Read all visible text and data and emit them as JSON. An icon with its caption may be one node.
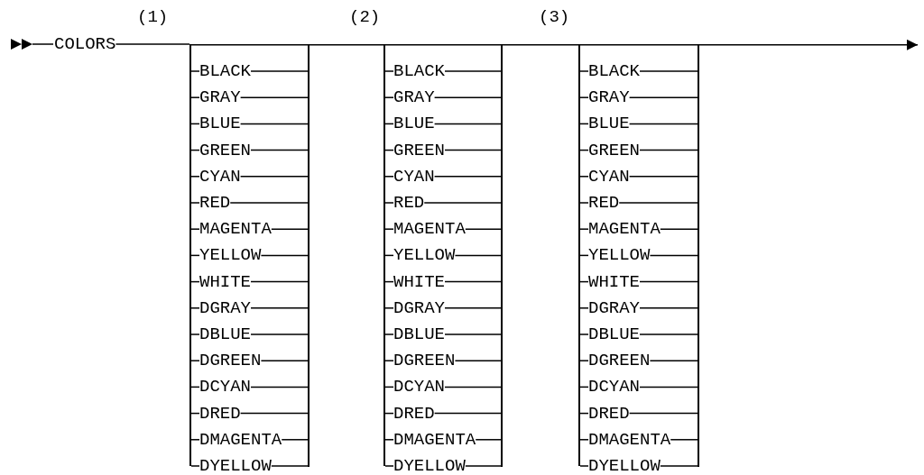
{
  "diagram": {
    "nodes": [
      {
        "text": [
          "COLORS"
        ]
      },
      {
        "text": [],
        "shape": "bar"
      },
      {
        "text": [
          "BLACK"
        ]
      },
      {
        "text": [
          "GRAY"
        ]
      },
      {
        "text": [
          "BLUE"
        ]
      },
      {
        "text": [
          "GREEN"
        ]
      },
      {
        "text": [
          "CYAN"
        ]
      },
      {
        "text": [
          "RED"
        ]
      },
      {
        "text": [
          "MAGENTA"
        ]
      },
      {
        "text": [
          "YELLOW"
        ]
      },
      {
        "text": [
          "WHITE"
        ]
      },
      {
        "text": [
          "DGRAY"
        ]
      },
      {
        "text": [
          "DBLUE"
        ]
      },
      {
        "text": [
          "DGREEN"
        ]
      },
      {
        "text": [
          "DCYAN"
        ]
      },
      {
        "text": [
          "DRED"
        ]
      },
      {
        "text": [
          "DMAGENTA"
        ]
      },
      {
        "text": [
          "DYELLOW"
        ]
      },
      {
        "text": [],
        "shape": "bar"
      },
      {
        "text": [],
        "shape": "bar"
      },
      {
        "text": [
          "BLACK"
        ]
      },
      {
        "text": [
          "GRAY"
        ]
      },
      {
        "text": [
          "BLUE"
        ]
      },
      {
        "text": [
          "GREEN"
        ]
      },
      {
        "text": [
          "CYAN"
        ]
      },
      {
        "text": [
          "RED"
        ]
      },
      {
        "text": [
          "MAGENTA"
        ]
      },
      {
        "text": [
          "YELLOW"
        ]
      },
      {
        "text": [
          "WHITE"
        ]
      },
      {
        "text": [
          "DGRAY"
        ]
      },
      {
        "text": [
          "DBLUE"
        ]
      },
      {
        "text": [
          "DGREEN"
        ]
      },
      {
        "text": [
          "DCYAN"
        ]
      },
      {
        "text": [
          "DRED"
        ]
      },
      {
        "text": [
          "DMAGENTA"
        ]
      },
      {
        "text": [
          "DYELLOW"
        ]
      },
      {
        "text": [],
        "shape": "bar"
      },
      {
        "text": [],
        "shape": "bar"
      },
      {
        "text": [
          "BLACK"
        ]
      },
      {
        "text": [
          "GRAY"
        ]
      },
      {
        "text": [
          "BLUE"
        ]
      },
      {
        "text": [
          "GREEN"
        ]
      },
      {
        "text": [
          "CYAN"
        ]
      },
      {
        "text": [
          "RED"
        ]
      },
      {
        "text": [
          "MAGENTA"
        ]
      },
      {
        "text": [
          "YELLOW"
        ]
      },
      {
        "text": [
          "WHITE"
        ]
      },
      {
        "text": [
          "DGRAY"
        ]
      },
      {
        "text": [
          "DBLUE"
        ]
      },
      {
        "text": [
          "DGREEN"
        ]
      },
      {
        "text": [
          "DCYAN"
        ]
      },
      {
        "text": [
          "DRED"
        ]
      },
      {
        "text": [
          "DMAGENTA"
        ]
      },
      {
        "text": [
          "DYELLOW"
        ]
      },
      {
        "text": [],
        "shape": "bar"
      }
    ],
    "edges": [
      {
        "from": 0,
        "to": 1,
        "arrow": "none"
      },
      {
        "from": 1,
        "to": 18,
        "arrow": "none"
      },
      {
        "from": 18,
        "to": 19,
        "arrow": "none"
      },
      {
        "from": 19,
        "to": 36,
        "arrow": "none"
      },
      {
        "from": 36,
        "to": 37,
        "arrow": "none"
      },
      {
        "from": 37,
        "to": 54,
        "arrow": "none"
      },
      {
        "from": 54,
        "to": null,
        "arrow": "to"
      },
      {
        "from": 1,
        "to": 2,
        "arrow": "none"
      },
      {
        "from": 2,
        "to": 18,
        "arrow": "none"
      },
      {
        "from": 1,
        "to": 3,
        "arrow": "none"
      },
      {
        "from": 3,
        "to": 18,
        "arrow": "none"
      },
      {
        "from": 1,
        "to": 4,
        "arrow": "none"
      },
      {
        "from": 4,
        "to": 18,
        "arrow": "none"
      },
      {
        "from": 1,
        "to": 5,
        "arrow": "none"
      },
      {
        "from": 5,
        "to": 18,
        "arrow": "none"
      },
      {
        "from": 1,
        "to": 6,
        "arrow": "none"
      },
      {
        "from": 6,
        "to": 18,
        "arrow": "none"
      },
      {
        "from": 1,
        "to": 7,
        "arrow": "none"
      },
      {
        "from": 7,
        "to": 18,
        "arrow": "none"
      },
      {
        "from": 1,
        "to": 8,
        "arrow": "none"
      },
      {
        "from": 8,
        "to": 18,
        "arrow": "none"
      },
      {
        "from": 1,
        "to": 9,
        "arrow": "none"
      },
      {
        "from": 9,
        "to": 18,
        "arrow": "none"
      },
      {
        "from": 1,
        "to": 10,
        "arrow": "none"
      },
      {
        "from": 10,
        "to": 18,
        "arrow": "none"
      },
      {
        "from": 1,
        "to": 11,
        "arrow": "none"
      },
      {
        "from": 11,
        "to": 18,
        "arrow": "none"
      },
      {
        "from": 1,
        "to": 12,
        "arrow": "none"
      },
      {
        "from": 12,
        "to": 18,
        "arrow": "none"
      },
      {
        "from": 1,
        "to": 13,
        "arrow": "none"
      },
      {
        "from": 13,
        "to": 18,
        "arrow": "none"
      },
      {
        "from": 1,
        "to": 14,
        "arrow": "none"
      },
      {
        "from": 14,
        "to": 18,
        "arrow": "none"
      },
      {
        "from": 1,
        "to": 15,
        "arrow": "none"
      },
      {
        "from": 15,
        "to": 18,
        "arrow": "none"
      },
      {
        "from": 1,
        "to": 16,
        "arrow": "none"
      },
      {
        "from": 16,
        "to": 18,
        "arrow": "none"
      },
      {
        "from": 1,
        "to": 17,
        "arrow": "none"
      },
      {
        "from": 17,
        "to": 18,
        "arrow": "none"
      },
      {
        "from": 19,
        "to": 20,
        "arrow": "none"
      },
      {
        "from": 20,
        "to": 36,
        "arrow": "none"
      },
      {
        "from": 19,
        "to": 21,
        "arrow": "none"
      },
      {
        "from": 21,
        "to": 36,
        "arrow": "none"
      },
      {
        "from": 19,
        "to": 22,
        "arrow": "none"
      },
      {
        "from": 22,
        "to": 36,
        "arrow": "none"
      },
      {
        "from": 19,
        "to": 23,
        "arrow": "none"
      },
      {
        "from": 23,
        "to": 36,
        "arrow": "none"
      },
      {
        "from": 19,
        "to": 24,
        "arrow": "none"
      },
      {
        "from": 24,
        "to": 36,
        "arrow": "none"
      },
      {
        "from": 19,
        "to": 25,
        "arrow": "none"
      },
      {
        "from": 25,
        "to": 36,
        "arrow": "none"
      },
      {
        "from": 19,
        "to": 26,
        "arrow": "none"
      },
      {
        "from": 26,
        "to": 36,
        "arrow": "none"
      },
      {
        "from": 19,
        "to": 27,
        "arrow": "none"
      },
      {
        "from": 27,
        "to": 36,
        "arrow": "none"
      },
      {
        "from": 19,
        "to": 28,
        "arrow": "none"
      },
      {
        "from": 28,
        "to": 36,
        "arrow": "none"
      },
      {
        "from": 19,
        "to": 29,
        "arrow": "none"
      },
      {
        "from": 29,
        "to": 36,
        "arrow": "none"
      },
      {
        "from": 19,
        "to": 30,
        "arrow": "none"
      },
      {
        "from": 30,
        "to": 36,
        "arrow": "none"
      },
      {
        "from": 19,
        "to": 31,
        "arrow": "none"
      },
      {
        "from": 31,
        "to": 36,
        "arrow": "none"
      },
      {
        "from": 19,
        "to": 32,
        "arrow": "none"
      },
      {
        "from": 32,
        "to": 36,
        "arrow": "none"
      },
      {
        "from": 19,
        "to": 33,
        "arrow": "none"
      },
      {
        "from": 33,
        "to": 36,
        "arrow": "none"
      },
      {
        "from": 19,
        "to": 34,
        "arrow": "none"
      },
      {
        "from": 34,
        "to": 36,
        "arrow": "none"
      },
      {
        "from": 19,
        "to": 35,
        "arrow": "none"
      },
      {
        "from": 35,
        "to": 36,
        "arrow": "none"
      },
      {
        "from": 37,
        "to": 38,
        "arrow": "none"
      },
      {
        "from": 38,
        "to": 54,
        "arrow": "none"
      },
      {
        "from": 37,
        "to": 39,
        "arrow": "none"
      },
      {
        "from": 39,
        "to": 54,
        "arrow": "none"
      },
      {
        "from": 37,
        "to": 40,
        "arrow": "none"
      },
      {
        "from": 40,
        "to": 54,
        "arrow": "none"
      },
      {
        "from": 37,
        "to": 41,
        "arrow": "none"
      },
      {
        "from": 41,
        "to": 54,
        "arrow": "none"
      },
      {
        "from": 37,
        "to": 42,
        "arrow": "none"
      },
      {
        "from": 42,
        "to": 54,
        "arrow": "none"
      },
      {
        "from": 37,
        "to": 43,
        "arrow": "none"
      },
      {
        "from": 43,
        "to": 54,
        "arrow": "none"
      },
      {
        "from": 37,
        "to": 44,
        "arrow": "none"
      },
      {
        "from": 44,
        "to": 54,
        "arrow": "none"
      },
      {
        "from": 37,
        "to": 45,
        "arrow": "none"
      },
      {
        "from": 45,
        "to": 54,
        "arrow": "none"
      },
      {
        "from": 37,
        "to": 46,
        "arrow": "none"
      },
      {
        "from": 46,
        "to": 54,
        "arrow": "none"
      },
      {
        "from": 37,
        "to": 47,
        "arrow": "none"
      },
      {
        "from": 47,
        "to": 54,
        "arrow": "none"
      },
      {
        "from": 37,
        "to": 48,
        "arrow": "none"
      },
      {
        "from": 48,
        "to": 54,
        "arrow": "none"
      },
      {
        "from": 37,
        "to": 49,
        "arrow": "none"
      },
      {
        "from": 49,
        "to": 54,
        "arrow": "none"
      },
      {
        "from": 37,
        "to": 50,
        "arrow": "none"
      },
      {
        "from": 50,
        "to": 54,
        "arrow": "none"
      },
      {
        "from": 37,
        "to": 51,
        "arrow": "none"
      },
      {
        "from": 51,
        "to": 54,
        "arrow": "none"
      },
      {
        "from": 37,
        "to": 52,
        "arrow": "none"
      },
      {
        "from": 52,
        "to": 54,
        "arrow": "none"
      },
      {
        "from": 37,
        "to": 53,
        "arrow": "none"
      },
      {
        "from": 53,
        "to": 54,
        "arrow": "none"
      }
    ],
    "labels": [
      "(1)",
      "(2)",
      "(3)"
    ]
  }
}
